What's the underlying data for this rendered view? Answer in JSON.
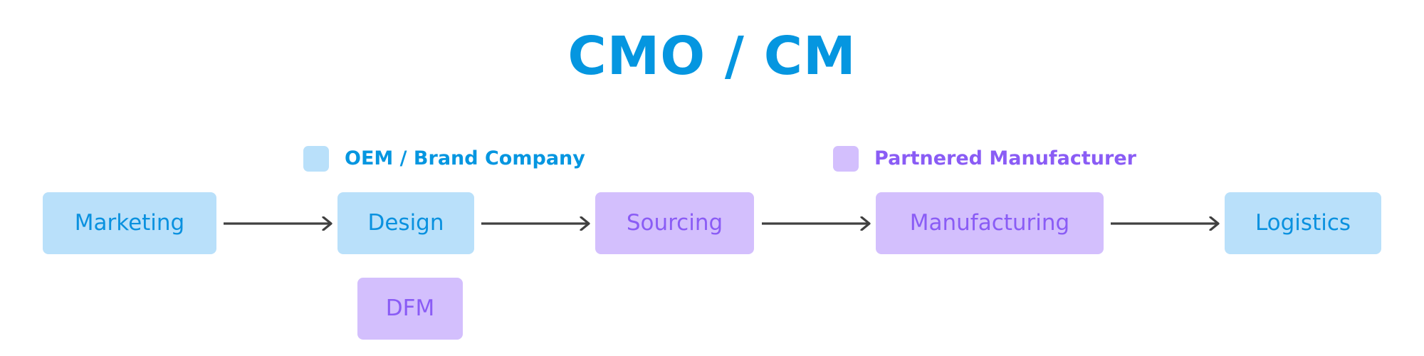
{
  "title": "CMO / CM",
  "legend": [
    {
      "label": "OEM / Brand Company",
      "swatch_color": "#b9e0fa",
      "text_color": "#0596e0"
    },
    {
      "label": "Partnered Manufacturer",
      "swatch_color": "#d3bffd",
      "text_color": "#8a5cf5"
    }
  ],
  "steps": [
    {
      "label": "Marketing",
      "group": "OEM / Brand Company"
    },
    {
      "label": "Design",
      "group": "OEM / Brand Company"
    },
    {
      "label": "Sourcing",
      "group": "Partnered Manufacturer"
    },
    {
      "label": "Manufacturing",
      "group": "Partnered Manufacturer"
    },
    {
      "label": "Logistics",
      "group": "OEM / Brand Company"
    }
  ],
  "sub_steps": [
    {
      "label": "DFM",
      "parent": "Design",
      "group": "Partnered Manufacturer"
    }
  ],
  "flow": [
    {
      "from": "Marketing",
      "to": "Design"
    },
    {
      "from": "Design",
      "to": "Sourcing"
    },
    {
      "from": "Sourcing",
      "to": "Manufacturing"
    },
    {
      "from": "Manufacturing",
      "to": "Logistics"
    }
  ],
  "colors": {
    "oem_fill": "#b9e0fa",
    "oem_text": "#0a91df",
    "partner_fill": "#d3bffd",
    "partner_text": "#8a5cf5",
    "arrow": "#404040"
  }
}
